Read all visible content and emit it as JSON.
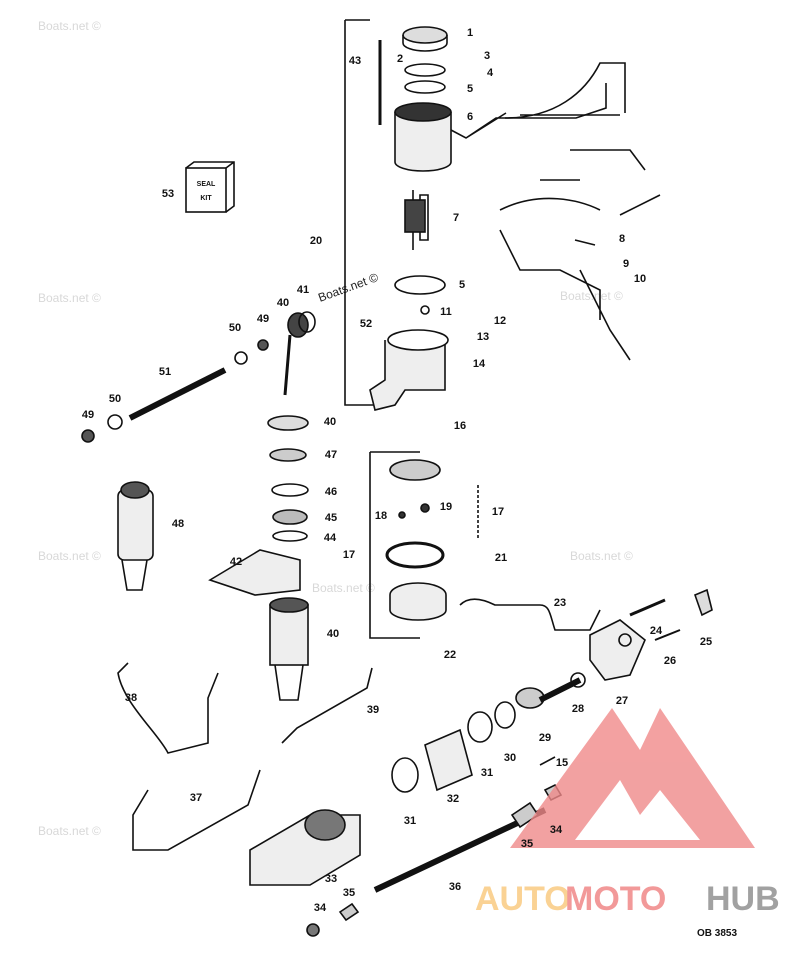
{
  "diagram_code": "OB 3853",
  "watermark": "Boats.net ©",
  "seal_kit_box": {
    "line1": "SEAL",
    "line2": "KIT"
  },
  "logo": {
    "part1": "AUTO",
    "part2": "MOTO",
    "part3": "HUB",
    "colors": {
      "triangle": "#f08a8a",
      "auto": "#f9c77a",
      "moto": "#ef8080",
      "hub": "#8a8a8a"
    }
  },
  "part_labels": [
    "1",
    "2",
    "3",
    "4",
    "5",
    "43",
    "6",
    "53",
    "7",
    "20",
    "8",
    "9",
    "10",
    "5",
    "41",
    "40",
    "50",
    "49",
    "11",
    "12",
    "52",
    "13",
    "14",
    "51",
    "49",
    "50",
    "16",
    "40",
    "47",
    "46",
    "17",
    "19",
    "18",
    "45",
    "48",
    "44",
    "17",
    "21",
    "42",
    "23",
    "40",
    "24",
    "25",
    "22",
    "26",
    "27",
    "28",
    "38",
    "39",
    "29",
    "30",
    "31",
    "15",
    "37",
    "32",
    "34",
    "31",
    "35",
    "33",
    "36",
    "35",
    "34"
  ]
}
